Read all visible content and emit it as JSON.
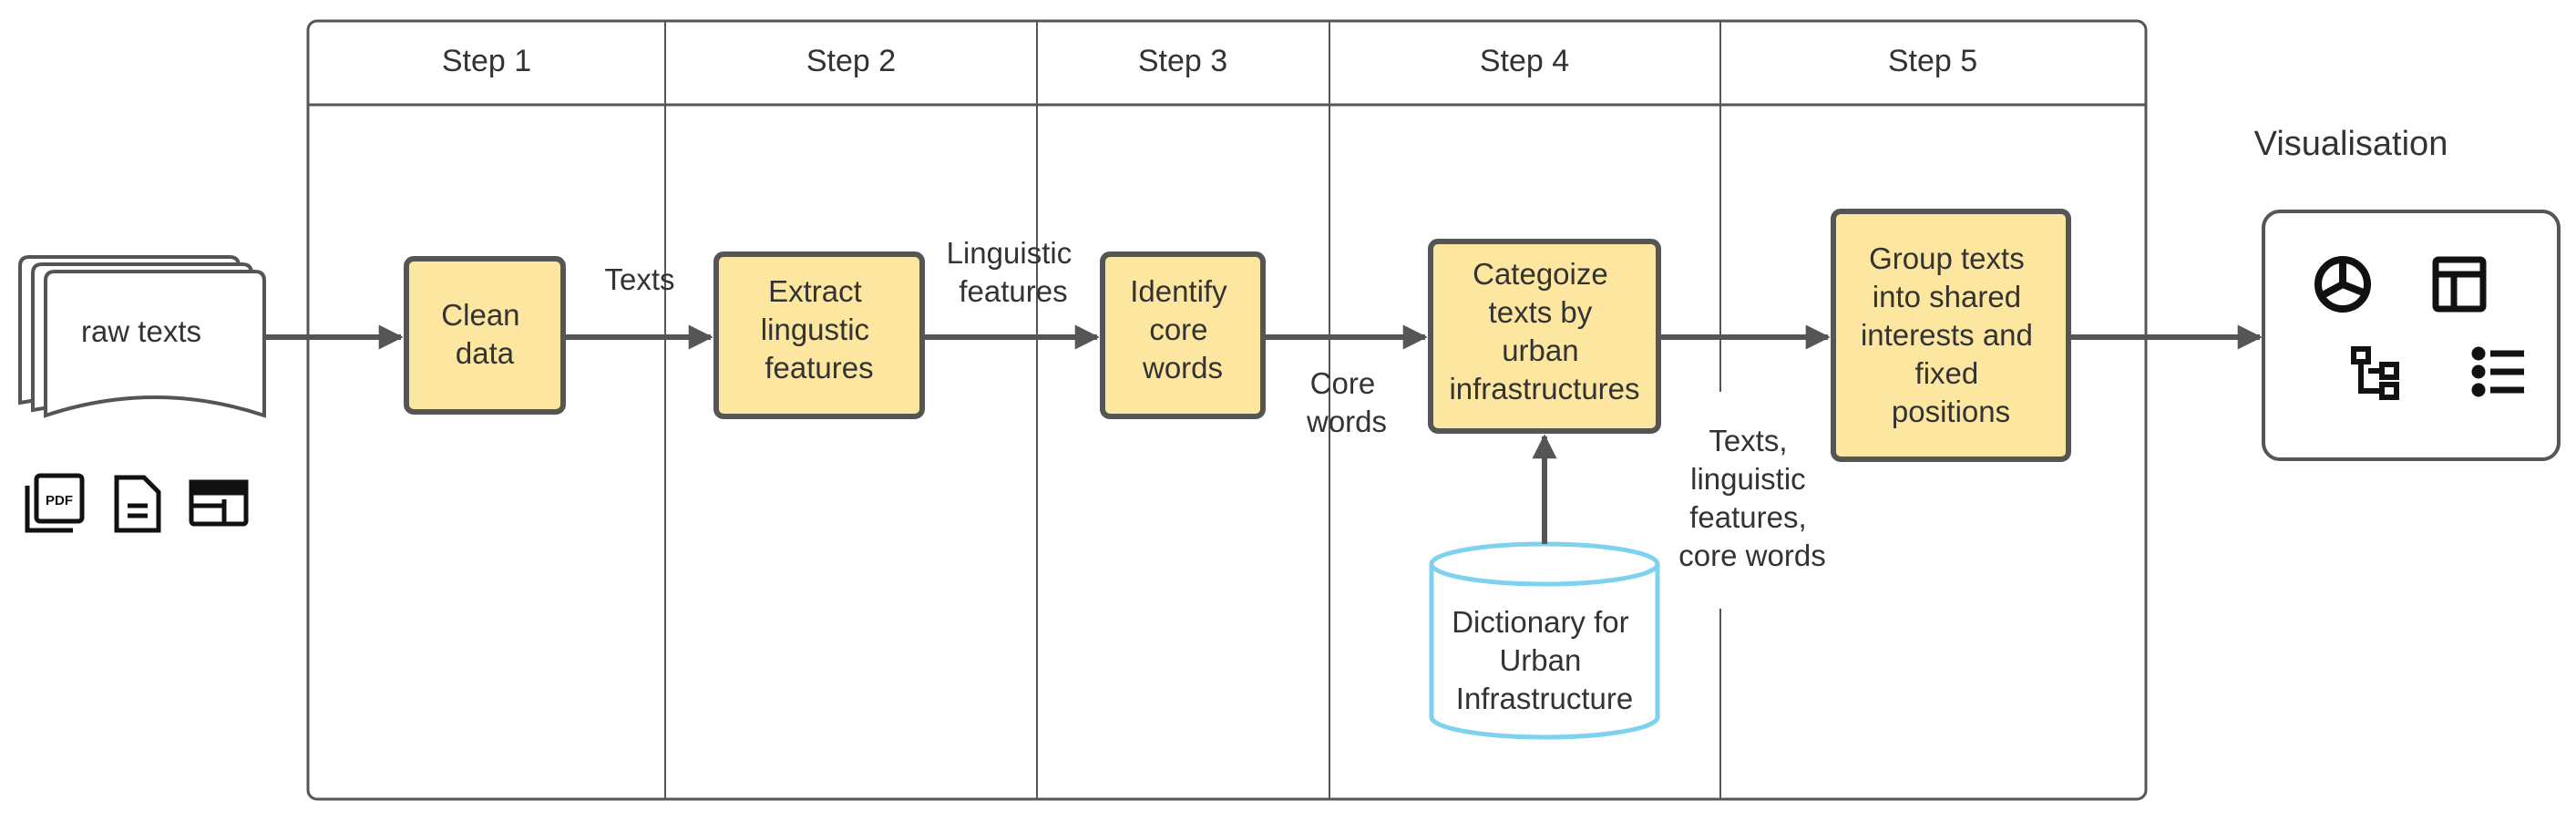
{
  "steps": [
    "Step 1",
    "Step 2",
    "Step 3",
    "Step 4",
    "Step 5"
  ],
  "input": {
    "label": "raw texts",
    "icons": [
      "pdf-file-icon",
      "text-document-icon",
      "web-page-icon"
    ]
  },
  "process": {
    "clean": [
      "Clean",
      "data"
    ],
    "extract": [
      "Extract",
      "lingustic",
      "features"
    ],
    "identify": [
      "Identify",
      "core",
      "words"
    ],
    "categorize": [
      "Categoize",
      "texts by",
      "urban",
      "infrastructures"
    ],
    "group": [
      "Group texts",
      "into shared",
      "interests and",
      "fixed",
      "positions"
    ]
  },
  "database": {
    "lines": [
      "Dictionary for",
      "Urban",
      "Infrastructure"
    ]
  },
  "flow_labels": {
    "texts": [
      "Texts"
    ],
    "linguistic": [
      "Linguistic",
      "features"
    ],
    "core": [
      "Core",
      "words"
    ],
    "combined": [
      "Texts,",
      "linguistic",
      "features,",
      "core words"
    ]
  },
  "output": {
    "title": "Visualisation",
    "icons": [
      "pie-chart-icon",
      "layout-table-icon",
      "hierarchy-icon",
      "list-icon"
    ]
  },
  "colors": {
    "process_fill": "#FCE6A0",
    "stroke": "#555555",
    "database_stroke": "#7FD1F0",
    "text": "#333333"
  }
}
